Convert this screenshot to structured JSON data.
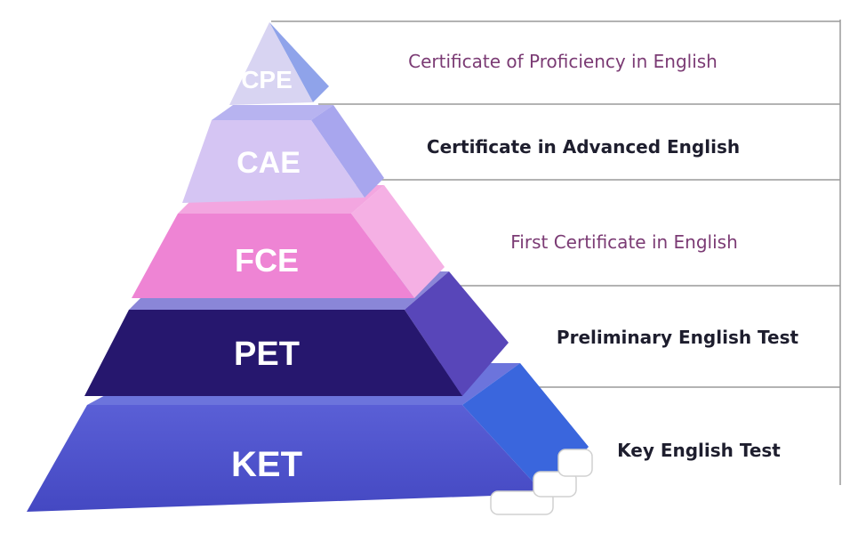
{
  "levels": [
    {
      "abbr": "CPE",
      "name": "Certificate of Proficiency in English"
    },
    {
      "abbr": "CAE",
      "name": "Certificate in Advanced English"
    },
    {
      "abbr": "FCE",
      "name": "First Certificate in English"
    },
    {
      "abbr": "PET",
      "name": "Preliminary English Test"
    },
    {
      "abbr": "KET",
      "name": "Key English Test"
    }
  ],
  "colors": {
    "cpe_front": "#d7d3f2",
    "cpe_side": "#8ea2ea",
    "cae_front": "#d6c6f3",
    "cae_side": "#a9a4ee",
    "fce_front": "#ee84d5",
    "fce_side": "#f6b3e6",
    "pet_front": "#27186f",
    "pet_side": "#5a45b8",
    "ket_front": "#4d52c9",
    "ket_side": "#3b6be0",
    "desc_purple": "#7a3a73",
    "desc_dark": "#1e1e2e",
    "line": "#8f8f8f"
  }
}
